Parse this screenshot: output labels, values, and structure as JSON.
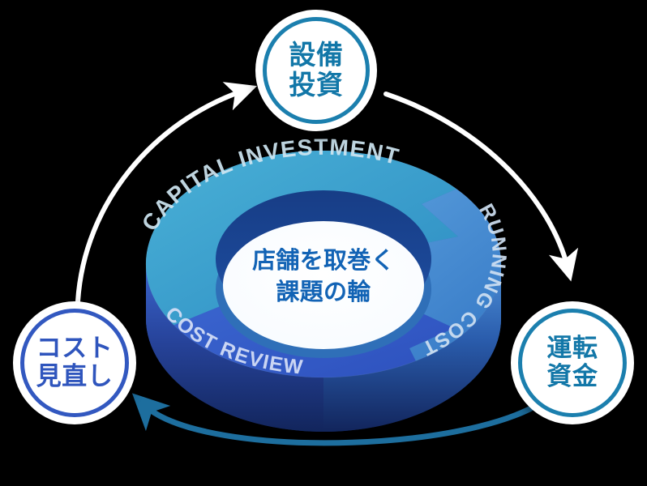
{
  "diagram": {
    "title": "店舗を取巻く課題の輪",
    "center_caption_line1": "店舗を取巻く",
    "center_caption_line2": "課題の輪",
    "background_color": "#000000"
  },
  "ring": {
    "segments": [
      {
        "id": "capital-investment",
        "label": "CAPITAL INVESTMENT",
        "color": "#45a8d0",
        "label_color": "#cfe6f2",
        "position": "top-left"
      },
      {
        "id": "running-cost",
        "label": "RUNNING COST",
        "color": "#4a92d4",
        "label_color": "#cfe0f2",
        "position": "right"
      },
      {
        "id": "cost-review",
        "label": "COST REVIEW",
        "color": "#3a63cc",
        "label_color": "#d2dcf5",
        "position": "bottom-left"
      }
    ],
    "inner_wall_color": "#16397e",
    "outer_wall_top_color": "#3f7fd0",
    "outer_wall_bottom_color": "#14265e",
    "hole_fill": "#ffffff"
  },
  "bubbles": [
    {
      "id": "capital",
      "text": "設備\n投資",
      "ring_color": "#1b7fae",
      "text_color": "#1277a8"
    },
    {
      "id": "cost",
      "text": "コスト\n見直し",
      "ring_color": "#3258c0",
      "text_color": "#2f55bd"
    },
    {
      "id": "working",
      "text": "運転\n資金",
      "ring_color": "#1b7fae",
      "text_color": "#1277a8"
    }
  ],
  "arrows": [
    {
      "id": "cost-to-capital",
      "from": "コスト見直し",
      "to": "設備投資",
      "color": "#ffffff",
      "direction": "counter-clockwise-up-right"
    },
    {
      "id": "capital-to-working",
      "from": "設備投資",
      "to": "運転資金",
      "color": "#ffffff",
      "direction": "down-right"
    },
    {
      "id": "working-to-cost",
      "from": "運転資金",
      "to": "コスト見直し",
      "color": "#1d6e9e",
      "direction": "right-to-left"
    }
  ]
}
